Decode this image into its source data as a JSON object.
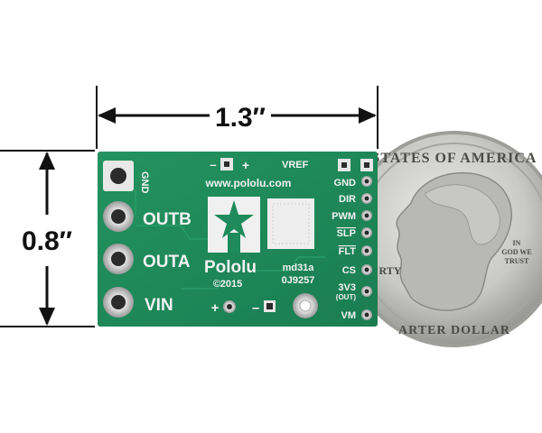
{
  "dimensions": {
    "width_label": "1.3″",
    "height_label": "0.8″"
  },
  "board": {
    "color": "#1f8a5b",
    "url": "www.pololu.com",
    "brand": "Pololu",
    "copyright": "©2015",
    "part_number": "md31a",
    "serial": "0J9257",
    "top_labels": {
      "minus": "–",
      "plus": "+",
      "vref": "VREF"
    },
    "left_pins": [
      "GND",
      "OUTB",
      "OUTA",
      "VIN"
    ],
    "right_pins": [
      "GND",
      "DIR",
      "PWM",
      "SLP",
      "FLT",
      "CS",
      "3V3",
      "(OUT)",
      "VM"
    ],
    "bottom_labels": {
      "plus": "+",
      "minus": "–"
    }
  },
  "coin": {
    "top_text": "STATES OF AMERICA",
    "left_text": "RTY",
    "motto_lines": [
      "IN",
      "GOD WE",
      "TRUST"
    ],
    "bottom_text": "ARTER DOLLAR"
  }
}
